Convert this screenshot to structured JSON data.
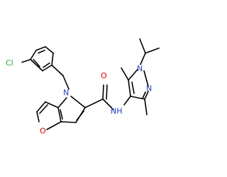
{
  "colors": {
    "carbon_bond": "#000000",
    "nitrogen": "#1f3fbf",
    "oxygen": "#e00000",
    "chlorine": "#2a9d2a",
    "background": "#ffffff"
  },
  "atoms": {
    "cl": "Cl",
    "o_furan": "O",
    "o_carbonyl": "O",
    "n_pyrrole": "N",
    "nh": "NH",
    "n_pyrazole_1": "N",
    "n_pyrazole_2": "N"
  }
}
